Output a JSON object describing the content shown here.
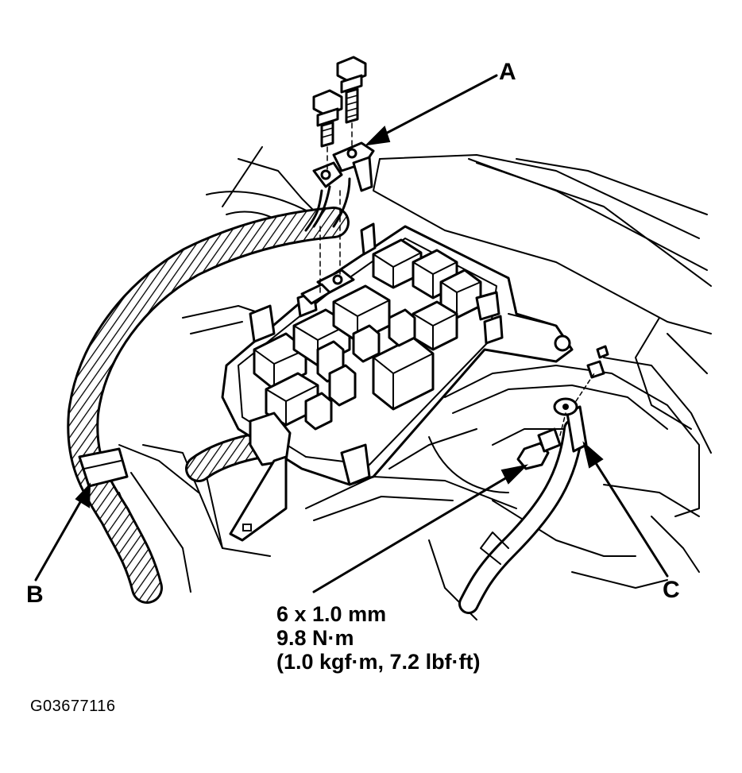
{
  "callouts": {
    "a": "A",
    "b": "B",
    "c": "C"
  },
  "spec": {
    "bolt_size": "6 x 1.0 mm",
    "torque_nm": "9.8 N·m",
    "torque_alt": "(1.0 kgf·m, 7.2 lbf·ft)"
  },
  "figure_id": "G03677116",
  "colors": {
    "ink": "#000000",
    "paper": "#ffffff"
  }
}
